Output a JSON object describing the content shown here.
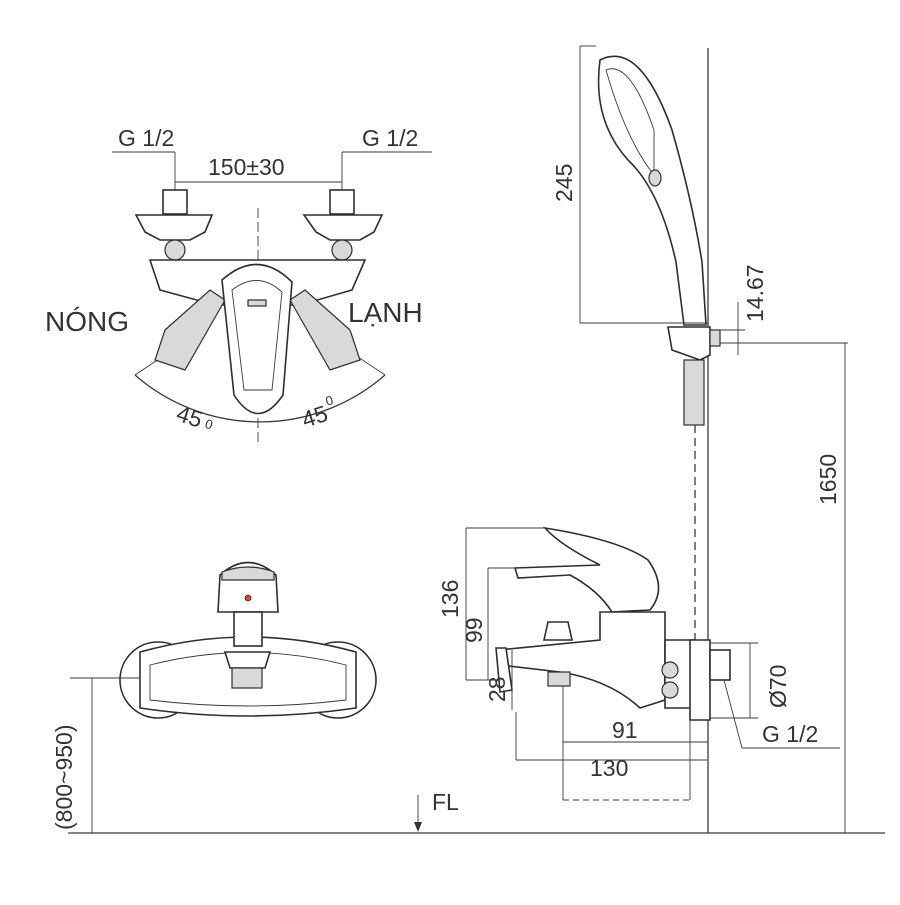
{
  "labels": {
    "hot": "NÓNG",
    "cold": "LẠNH",
    "thread_left": "G 1/2",
    "thread_right": "G 1/2",
    "thread_wall": "G 1/2",
    "spacing": "150±30",
    "angle_left": "45",
    "angle_right": "45",
    "degree_mark": "0",
    "floor": "FL"
  },
  "dimensions": {
    "handshower_length": "245",
    "holder_offset": "14.67",
    "height_to_holder": "1650",
    "mixer_height": "136",
    "lever_height": "99",
    "spout_outlet": "28",
    "spout_reach_short": "91",
    "spout_reach_long": "130",
    "flange_diameter": "Ø70",
    "mounting_height": "(800~950)"
  }
}
